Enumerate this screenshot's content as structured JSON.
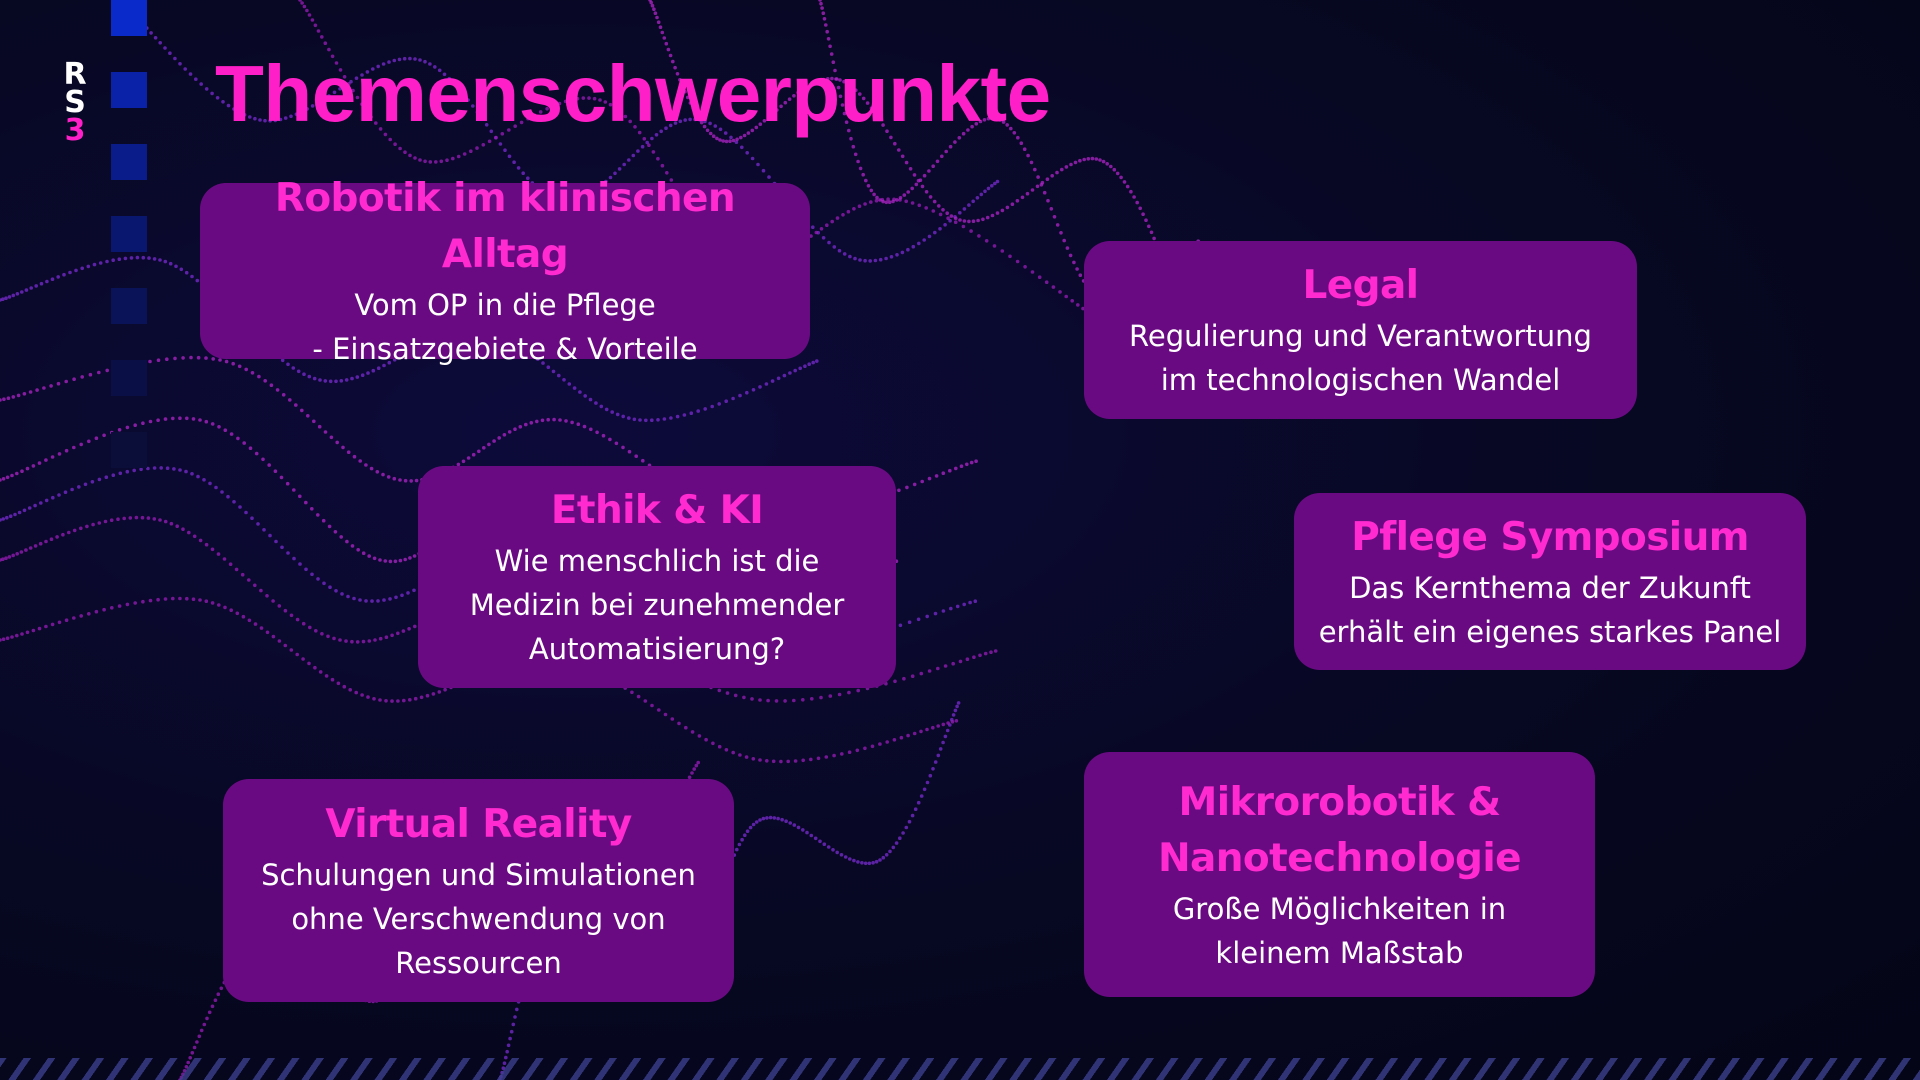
{
  "logo": {
    "letters": [
      "R",
      "S",
      "3"
    ],
    "accent_color": "#ff1fc8"
  },
  "slide": {
    "title": "Themenschwerpunkte"
  },
  "colors": {
    "card_bg": "#6a0a82",
    "heading": "#ff2ad0",
    "title": "#ff1fc8",
    "background": "#070822"
  },
  "topics": [
    {
      "heading": "Robotik im klinischen Alltag",
      "text": "Vom OP in die Pflege\n- Einsatzgebiete & Vorteile"
    },
    {
      "heading": "Legal",
      "text": "Regulierung und Verantwortung\nim technologischen Wandel"
    },
    {
      "heading": "Ethik & KI",
      "text": "Wie menschlich ist die\nMedizin bei zunehmender\nAutomatisierung?"
    },
    {
      "heading": "Pflege Symposium",
      "text": "Das Kernthema der Zukunft\nerhält ein eigenes starkes Panel"
    },
    {
      "heading": "Virtual Reality",
      "text": "Schulungen und Simulationen\nohne Verschwendung von\nRessourcen"
    },
    {
      "heading": "Mikrorobotik &\nNanotechnologie",
      "text": "Große Möglichkeiten in\nkleinem Maßstab"
    }
  ]
}
